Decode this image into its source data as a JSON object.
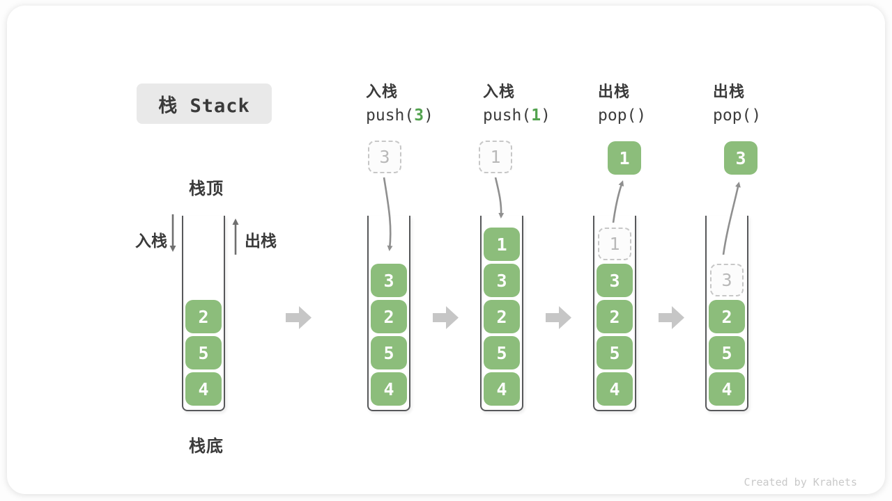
{
  "title": "栈 Stack",
  "labels": {
    "stack_top": "栈顶",
    "stack_bottom": "栈底",
    "push_side": "入栈",
    "pop_side": "出栈"
  },
  "operations": [
    {
      "name": "入栈",
      "code_pre": "push(",
      "code_arg": "3",
      "code_post": ")"
    },
    {
      "name": "入栈",
      "code_pre": "push(",
      "code_arg": "1",
      "code_post": ")"
    },
    {
      "name": "出栈",
      "code_pre": "pop(",
      "code_arg": "",
      "code_post": ")"
    },
    {
      "name": "出栈",
      "code_pre": "pop(",
      "code_arg": "",
      "code_post": ")"
    }
  ],
  "stacks": [
    {
      "cells": [
        "2",
        "5",
        "4"
      ]
    },
    {
      "incoming": "3",
      "cells": [
        "3",
        "2",
        "5",
        "4"
      ]
    },
    {
      "incoming": "1",
      "cells": [
        "1",
        "3",
        "2",
        "5",
        "4"
      ]
    },
    {
      "popped": "1",
      "ghost": "1",
      "cells": [
        "3",
        "2",
        "5",
        "4"
      ]
    },
    {
      "popped": "3",
      "ghost": "3",
      "cells": [
        "2",
        "5",
        "4"
      ]
    }
  ],
  "watermark": "Created by Krahets",
  "colors": {
    "cell_green": "#8cbd7b",
    "code_arg_green": "#52a24e",
    "frame_gray": "#57585a",
    "flow_arrow_gray": "#c6c6c6",
    "curve_arrow_gray": "#8f8f8f",
    "badge_gray": "#e9e9e9"
  }
}
